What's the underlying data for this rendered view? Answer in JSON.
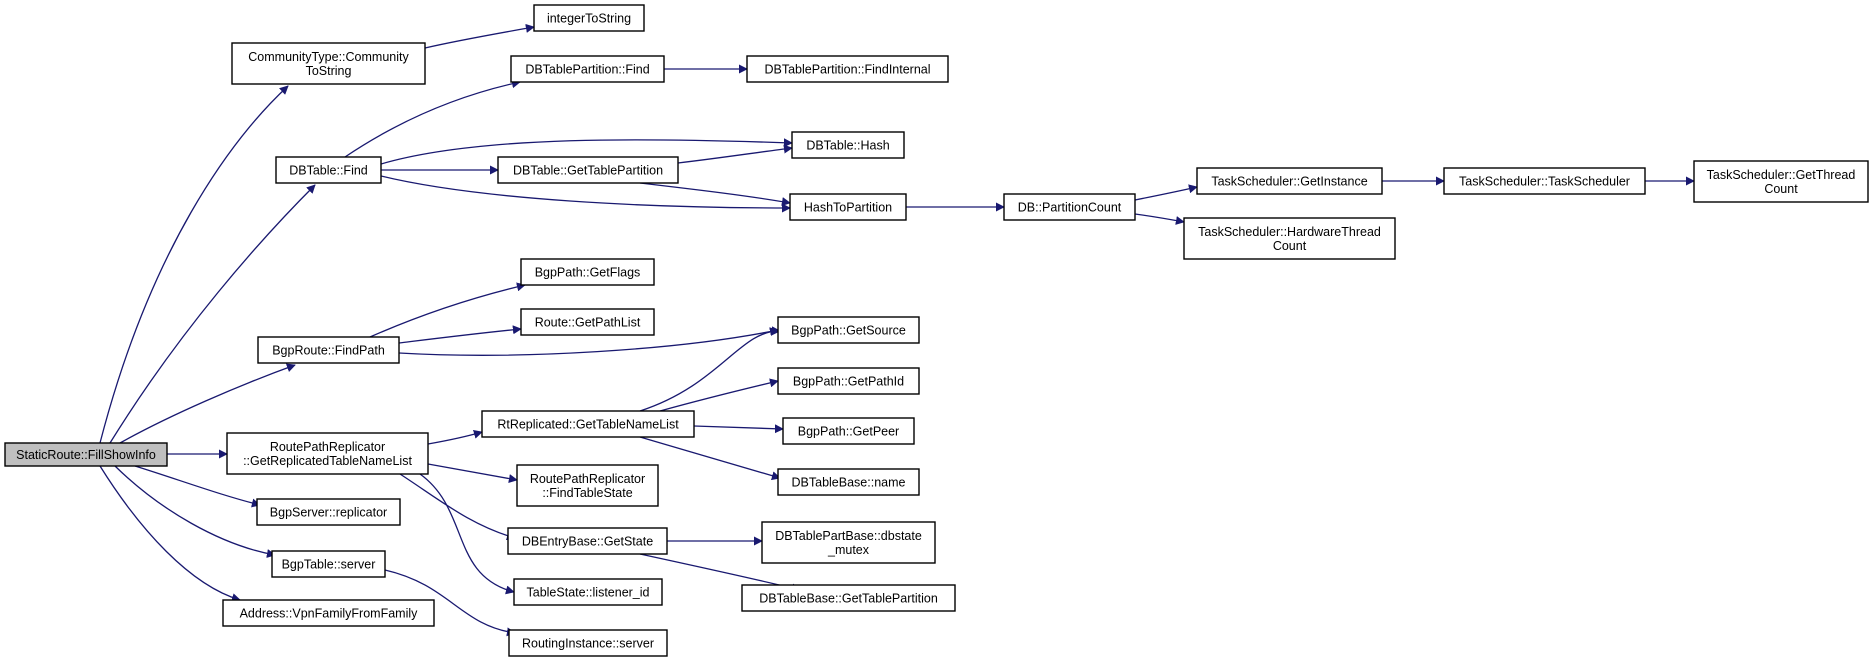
{
  "diagram": {
    "root": "n_root",
    "colors": {
      "edge": "#191970",
      "node_border": "#000000",
      "node_fill": "#ffffff",
      "root_fill": "#bfbfbf"
    },
    "nodes": [
      {
        "id": "n_root",
        "lines": [
          "StaticRoute::FillShowInfo"
        ]
      },
      {
        "id": "n_cts",
        "lines": [
          "CommunityType::Community",
          "ToString"
        ]
      },
      {
        "id": "n_its",
        "lines": [
          "integerToString"
        ]
      },
      {
        "id": "n_dbtf",
        "lines": [
          "DBTable::Find"
        ]
      },
      {
        "id": "n_dbtpf",
        "lines": [
          "DBTablePartition::Find"
        ]
      },
      {
        "id": "n_dbtpfi",
        "lines": [
          "DBTablePartition::FindInternal"
        ]
      },
      {
        "id": "n_dbth",
        "lines": [
          "DBTable::Hash"
        ]
      },
      {
        "id": "n_dbtgtp",
        "lines": [
          "DBTable::GetTablePartition"
        ]
      },
      {
        "id": "n_htp",
        "lines": [
          "HashToPartition"
        ]
      },
      {
        "id": "n_dbpc",
        "lines": [
          "DB::PartitionCount"
        ]
      },
      {
        "id": "n_tsgi",
        "lines": [
          "TaskScheduler::GetInstance"
        ]
      },
      {
        "id": "n_tsts",
        "lines": [
          "TaskScheduler::TaskScheduler"
        ]
      },
      {
        "id": "n_tsgtc",
        "lines": [
          "TaskScheduler::GetThread",
          "Count"
        ]
      },
      {
        "id": "n_tshtc",
        "lines": [
          "TaskScheduler::HardwareThread",
          "Count"
        ]
      },
      {
        "id": "n_bgprfp",
        "lines": [
          "BgpRoute::FindPath"
        ]
      },
      {
        "id": "n_bpgf",
        "lines": [
          "BgpPath::GetFlags"
        ]
      },
      {
        "id": "n_rgpl",
        "lines": [
          "Route::GetPathList"
        ]
      },
      {
        "id": "n_bpgs",
        "lines": [
          "BgpPath::GetSource"
        ]
      },
      {
        "id": "n_rprg",
        "lines": [
          "RoutePathReplicator",
          "::GetReplicatedTableNameList"
        ]
      },
      {
        "id": "n_rtgtnl",
        "lines": [
          "RtReplicated::GetTableNameList"
        ]
      },
      {
        "id": "n_bpgpi",
        "lines": [
          "BgpPath::GetPathId"
        ]
      },
      {
        "id": "n_bpgp",
        "lines": [
          "BgpPath::GetPeer"
        ]
      },
      {
        "id": "n_dbtbn",
        "lines": [
          "DBTableBase::name"
        ]
      },
      {
        "id": "n_rprfts",
        "lines": [
          "RoutePathReplicator",
          "::FindTableState"
        ]
      },
      {
        "id": "n_dbegs",
        "lines": [
          "DBEntryBase::GetState"
        ]
      },
      {
        "id": "n_dbtpbm",
        "lines": [
          "DBTablePartBase::dbstate",
          "_mutex"
        ]
      },
      {
        "id": "n_dbtbgtp",
        "lines": [
          "DBTableBase::GetTablePartition"
        ]
      },
      {
        "id": "n_tsli",
        "lines": [
          "TableState::listener_id"
        ]
      },
      {
        "id": "n_bsr",
        "lines": [
          "BgpServer::replicator"
        ]
      },
      {
        "id": "n_bts",
        "lines": [
          "BgpTable::server"
        ]
      },
      {
        "id": "n_ris",
        "lines": [
          "RoutingInstance::server"
        ]
      },
      {
        "id": "n_avff",
        "lines": [
          "Address::VpnFamilyFromFamily"
        ]
      }
    ],
    "edges": [
      {
        "from": "n_root",
        "to": "n_cts"
      },
      {
        "from": "n_root",
        "to": "n_dbtf"
      },
      {
        "from": "n_root",
        "to": "n_bgprfp"
      },
      {
        "from": "n_root",
        "to": "n_rprg"
      },
      {
        "from": "n_root",
        "to": "n_bsr"
      },
      {
        "from": "n_root",
        "to": "n_bts"
      },
      {
        "from": "n_root",
        "to": "n_avff"
      },
      {
        "from": "n_cts",
        "to": "n_its"
      },
      {
        "from": "n_dbtf",
        "to": "n_dbtpf"
      },
      {
        "from": "n_dbtf",
        "to": "n_dbth"
      },
      {
        "from": "n_dbtf",
        "to": "n_dbtgtp"
      },
      {
        "from": "n_dbtf",
        "to": "n_htp"
      },
      {
        "from": "n_dbtpf",
        "to": "n_dbtpfi"
      },
      {
        "from": "n_dbtgtp",
        "to": "n_dbth"
      },
      {
        "from": "n_dbtgtp",
        "to": "n_htp"
      },
      {
        "from": "n_htp",
        "to": "n_dbpc"
      },
      {
        "from": "n_dbpc",
        "to": "n_tsgi"
      },
      {
        "from": "n_dbpc",
        "to": "n_tshtc"
      },
      {
        "from": "n_tsgi",
        "to": "n_tsts"
      },
      {
        "from": "n_tsts",
        "to": "n_tsgtc"
      },
      {
        "from": "n_bgprfp",
        "to": "n_bpgf"
      },
      {
        "from": "n_bgprfp",
        "to": "n_rgpl"
      },
      {
        "from": "n_bgprfp",
        "to": "n_bpgs"
      },
      {
        "from": "n_rprg",
        "to": "n_rtgtnl"
      },
      {
        "from": "n_rprg",
        "to": "n_rprfts"
      },
      {
        "from": "n_rprg",
        "to": "n_dbegs"
      },
      {
        "from": "n_rprg",
        "to": "n_tsli"
      },
      {
        "from": "n_rtgtnl",
        "to": "n_bpgs"
      },
      {
        "from": "n_rtgtnl",
        "to": "n_bpgpi"
      },
      {
        "from": "n_rtgtnl",
        "to": "n_bpgp"
      },
      {
        "from": "n_rtgtnl",
        "to": "n_dbtbn"
      },
      {
        "from": "n_dbegs",
        "to": "n_dbtpbm"
      },
      {
        "from": "n_dbegs",
        "to": "n_dbtbgtp"
      },
      {
        "from": "n_bts",
        "to": "n_ris"
      }
    ]
  }
}
